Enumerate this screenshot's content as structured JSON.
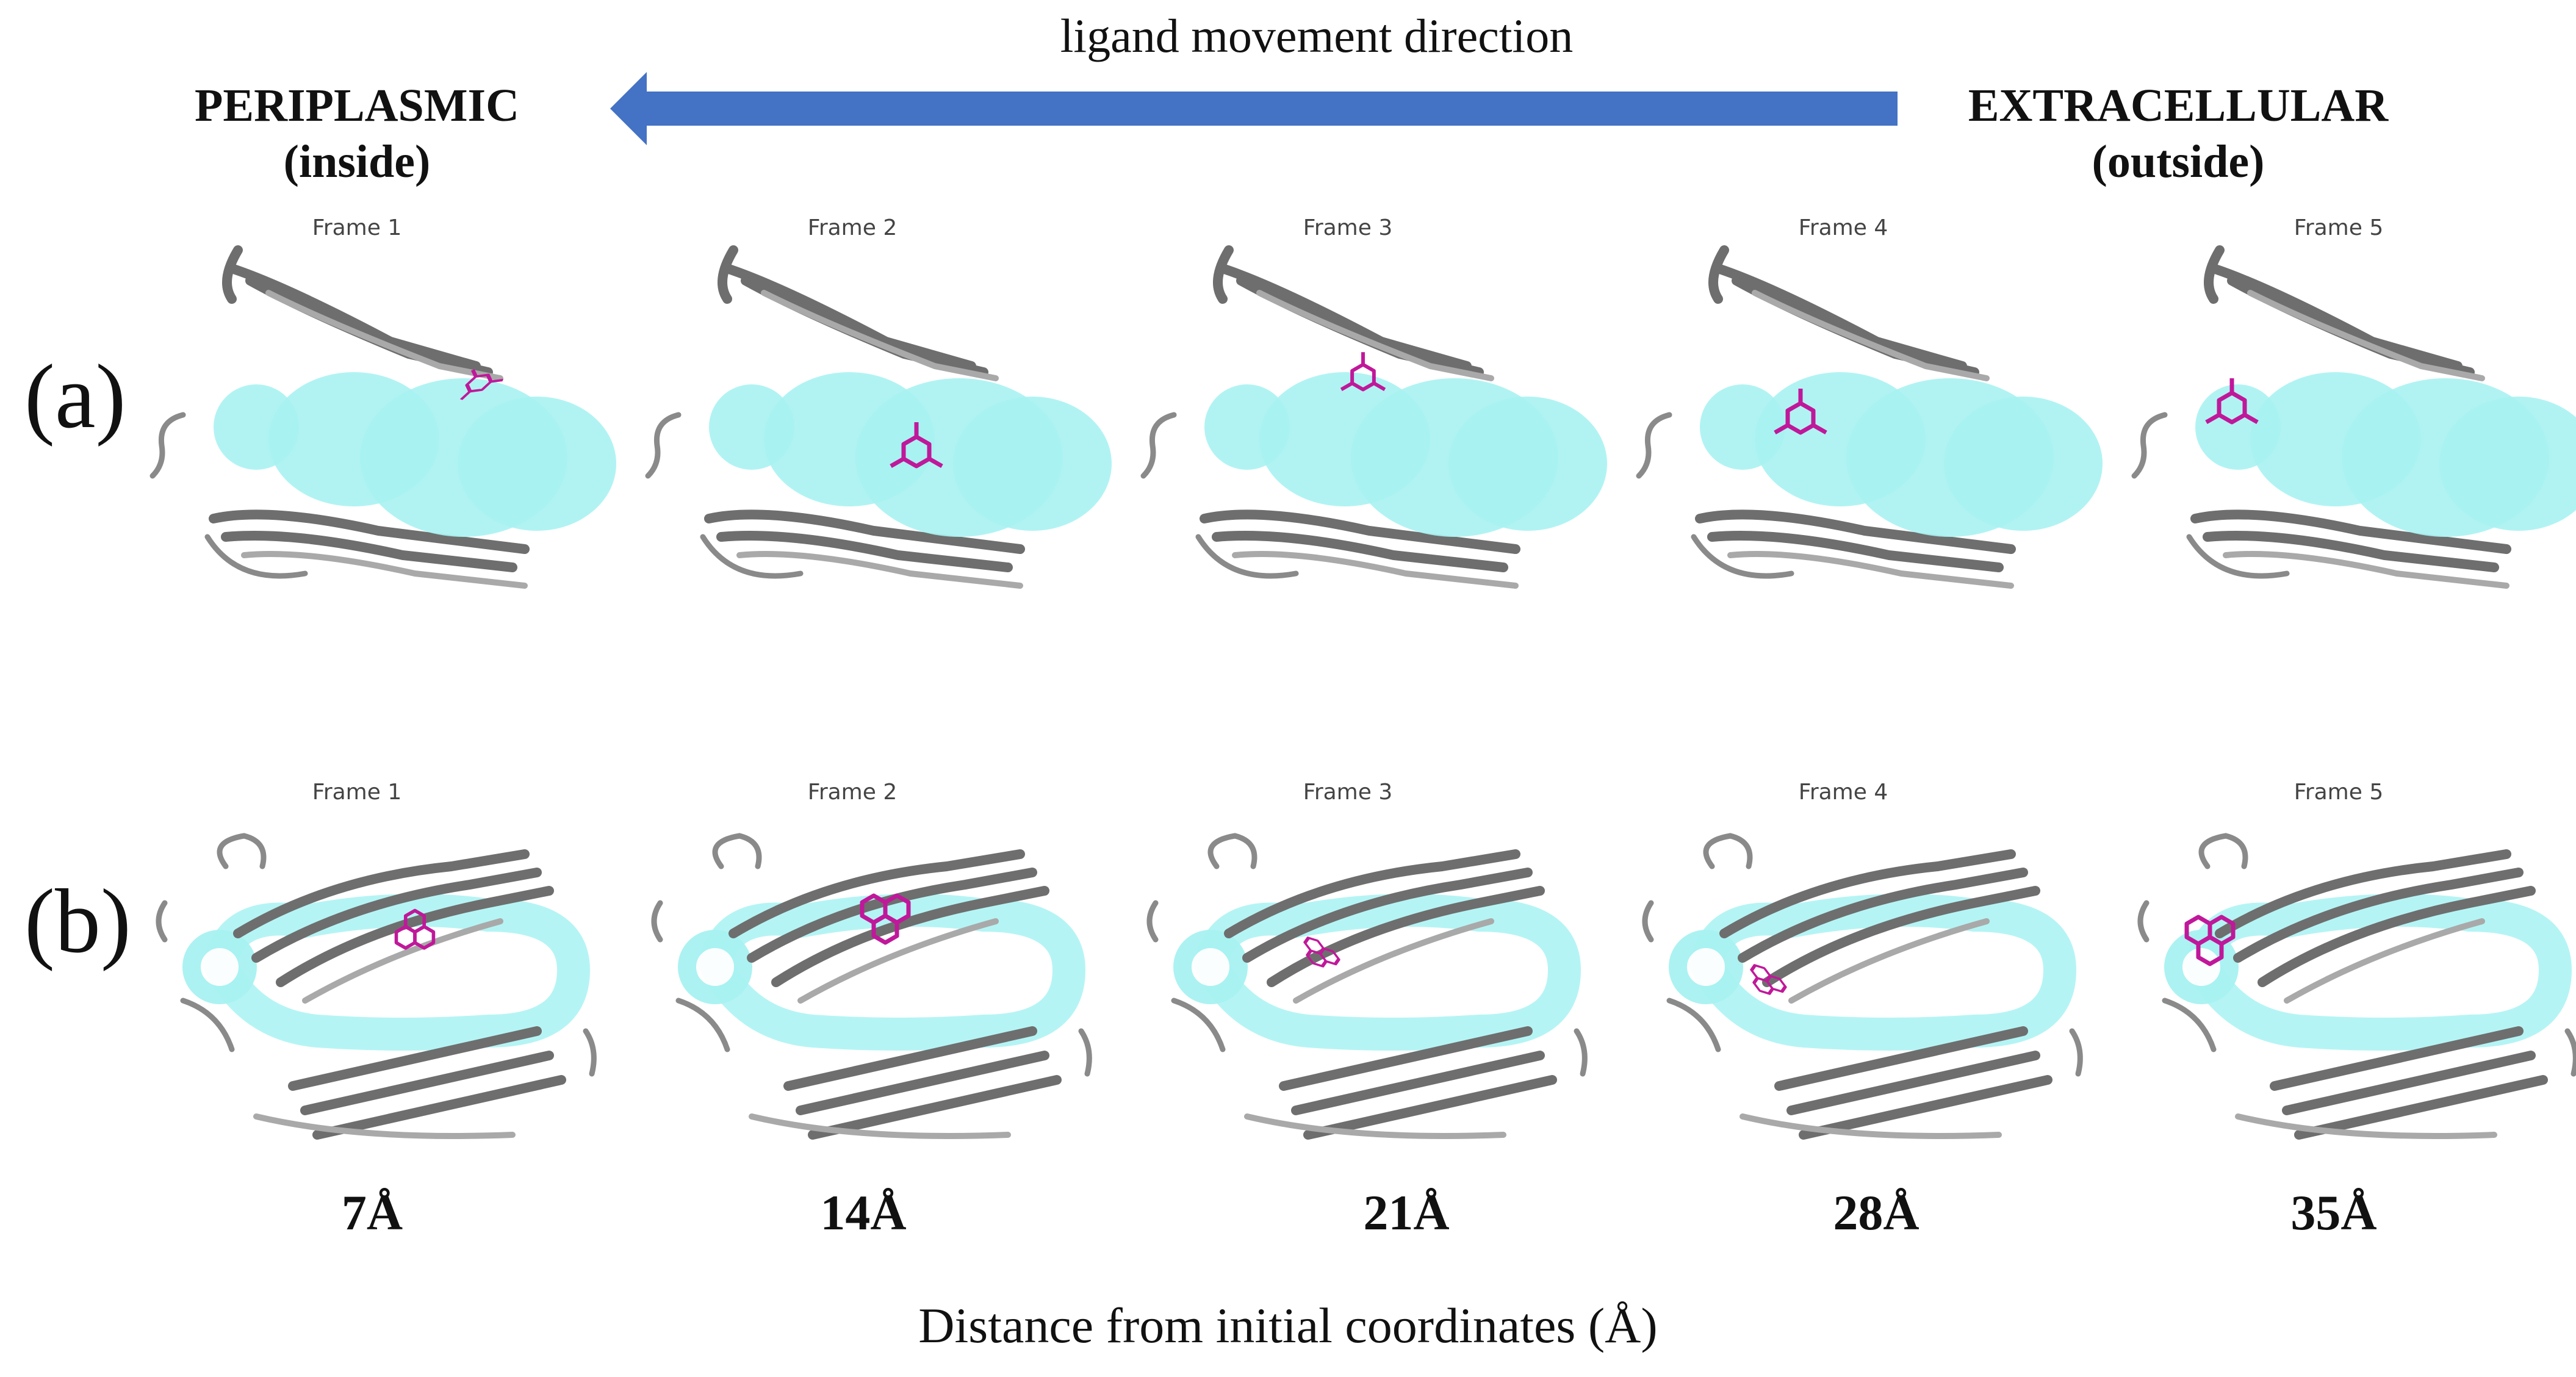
{
  "header": {
    "direction_label": "ligand movement direction",
    "arrow_color": "#4472c4",
    "left_region": {
      "line1": "PERIPLASMIC",
      "line2": "(inside)"
    },
    "right_region": {
      "line1": "EXTRACELLULAR",
      "line2": "(outside)"
    }
  },
  "rows": [
    {
      "label": "(a)",
      "pore_color": "#a8f2f2",
      "frames": [
        "Frame 1",
        "Frame 2",
        "Frame 3",
        "Frame 4",
        "Frame 5"
      ]
    },
    {
      "label": "(b)",
      "pore_color": "#a8f2f2",
      "frames": [
        "Frame 1",
        "Frame 2",
        "Frame 3",
        "Frame 4",
        "Frame 5"
      ]
    }
  ],
  "distances": [
    "7Å",
    "14Å",
    "21Å",
    "28Å",
    "35Å"
  ],
  "axis_label": "Distance from initial coordinates (Å)",
  "colors": {
    "protein": "#6e6e6e",
    "ligand": "#c0189a"
  },
  "icons": {
    "protein": "beta-barrel-ribbon",
    "ligand": "aromatic-ring-molecule"
  }
}
